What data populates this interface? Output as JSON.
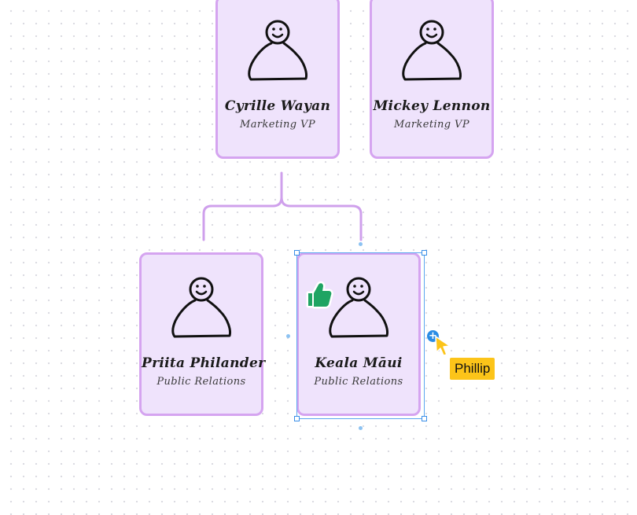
{
  "org_chart": {
    "cards": [
      {
        "name": "Cyrille Wayan",
        "title": "Marketing VP"
      },
      {
        "name": "Mickey Lennon",
        "title": "Marketing VP"
      },
      {
        "name": "Priita Philander",
        "title": "Public Relations"
      },
      {
        "name": "Keala Māui",
        "title": "Public Relations"
      }
    ]
  },
  "reaction": {
    "icon": "thumbs-up-icon"
  },
  "collaborator_cursor": {
    "label": "Phillip",
    "color": "#fcc419"
  },
  "selected_card": "Keala Māui",
  "colors": {
    "card_fill": "#efe3fc",
    "card_border": "#d5a4f0",
    "connector": "#cfa0ec",
    "selection": "#3b8fe8",
    "reaction": "#1fa463"
  }
}
